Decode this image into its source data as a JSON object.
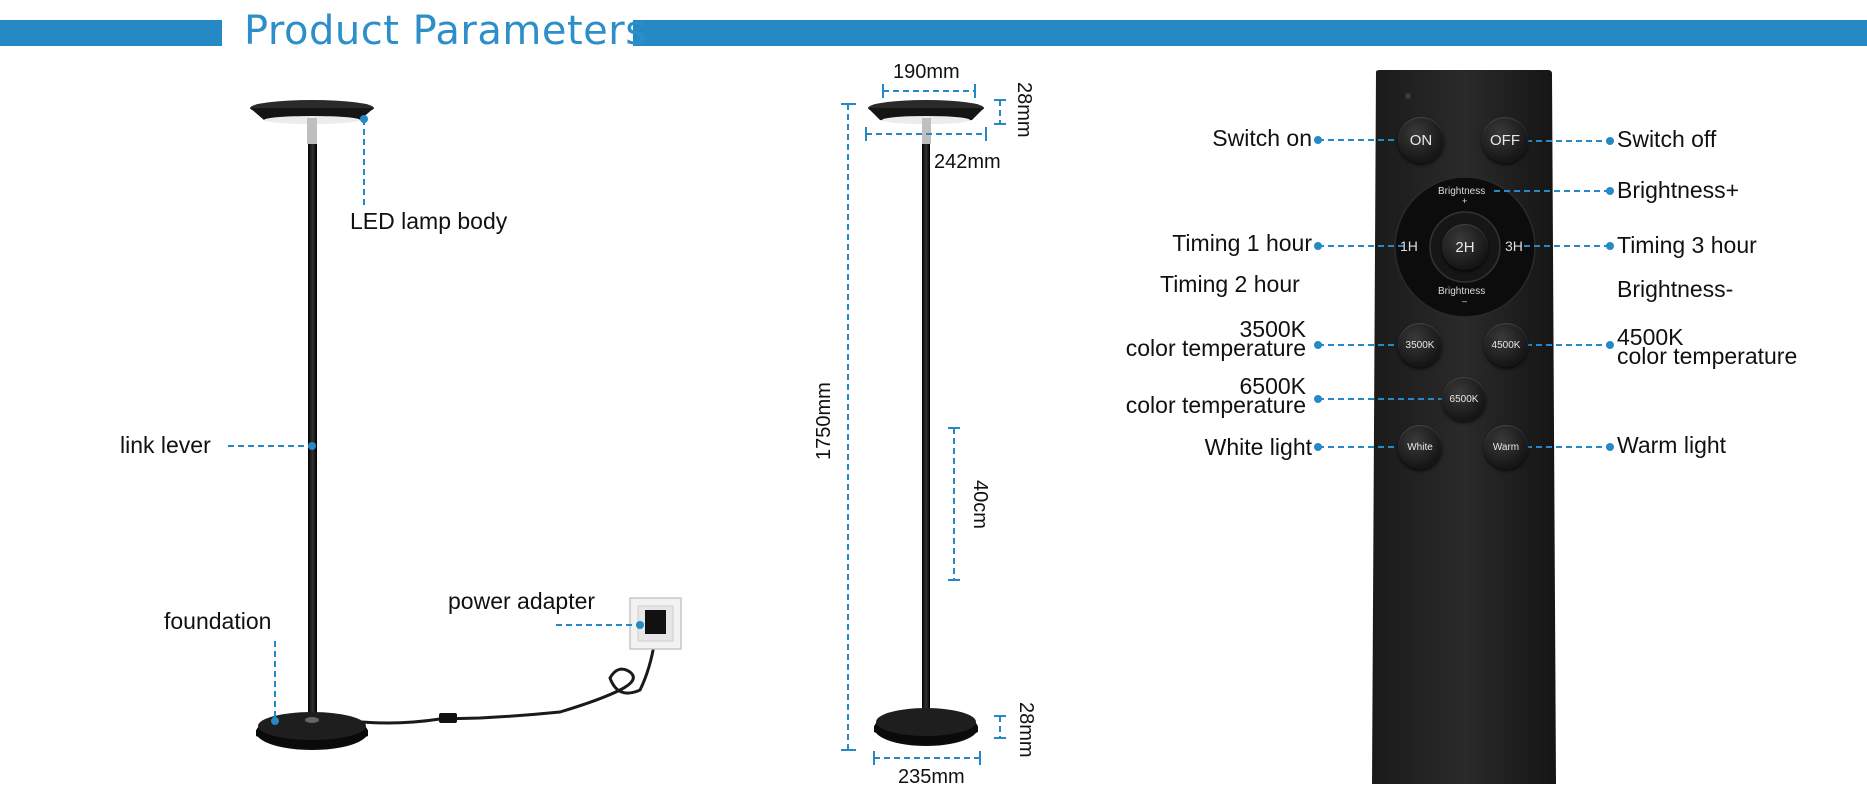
{
  "header": {
    "title": "Product Parameters",
    "accent_color": "#2589c6"
  },
  "lamp_labels": {
    "lamp_body": "LED lamp body",
    "link_lever": "link lever",
    "foundation": "foundation",
    "power_adapter": "power adapter"
  },
  "dimensions": {
    "shade_top": "190mm",
    "shade_height": "28mm",
    "shade_bottom": "242mm",
    "total_height": "1750mm",
    "segment": "40cm",
    "base_height": "28mm",
    "base_width": "235mm"
  },
  "remote": {
    "buttons": {
      "on": "ON",
      "off": "OFF",
      "brightness_up": "Brightness",
      "brightness_up_sign": "+",
      "brightness_down": "Brightness",
      "brightness_down_sign": "–",
      "timer_1h": "1H",
      "timer_2h": "2H",
      "timer_3h": "3H",
      "k3500": "3500K",
      "k4500": "4500K",
      "k6500": "6500K",
      "white": "White",
      "warm": "Warm"
    },
    "labels": {
      "switch_on": "Switch on",
      "switch_off": "Switch off",
      "brightness_plus": "Brightness+",
      "timing_1": "Timing 1 hour",
      "timing_2": "Timing 2 hour",
      "timing_3": "Timing 3 hour",
      "brightness_minus": "Brightness-",
      "k3500_a": "3500K",
      "k3500_b": "color temperature",
      "k4500_a": "4500K",
      "k4500_b": "color temperature",
      "k6500_a": "6500K",
      "k6500_b": "color temperature",
      "white_light": "White light",
      "warm_light": "Warm light"
    }
  }
}
